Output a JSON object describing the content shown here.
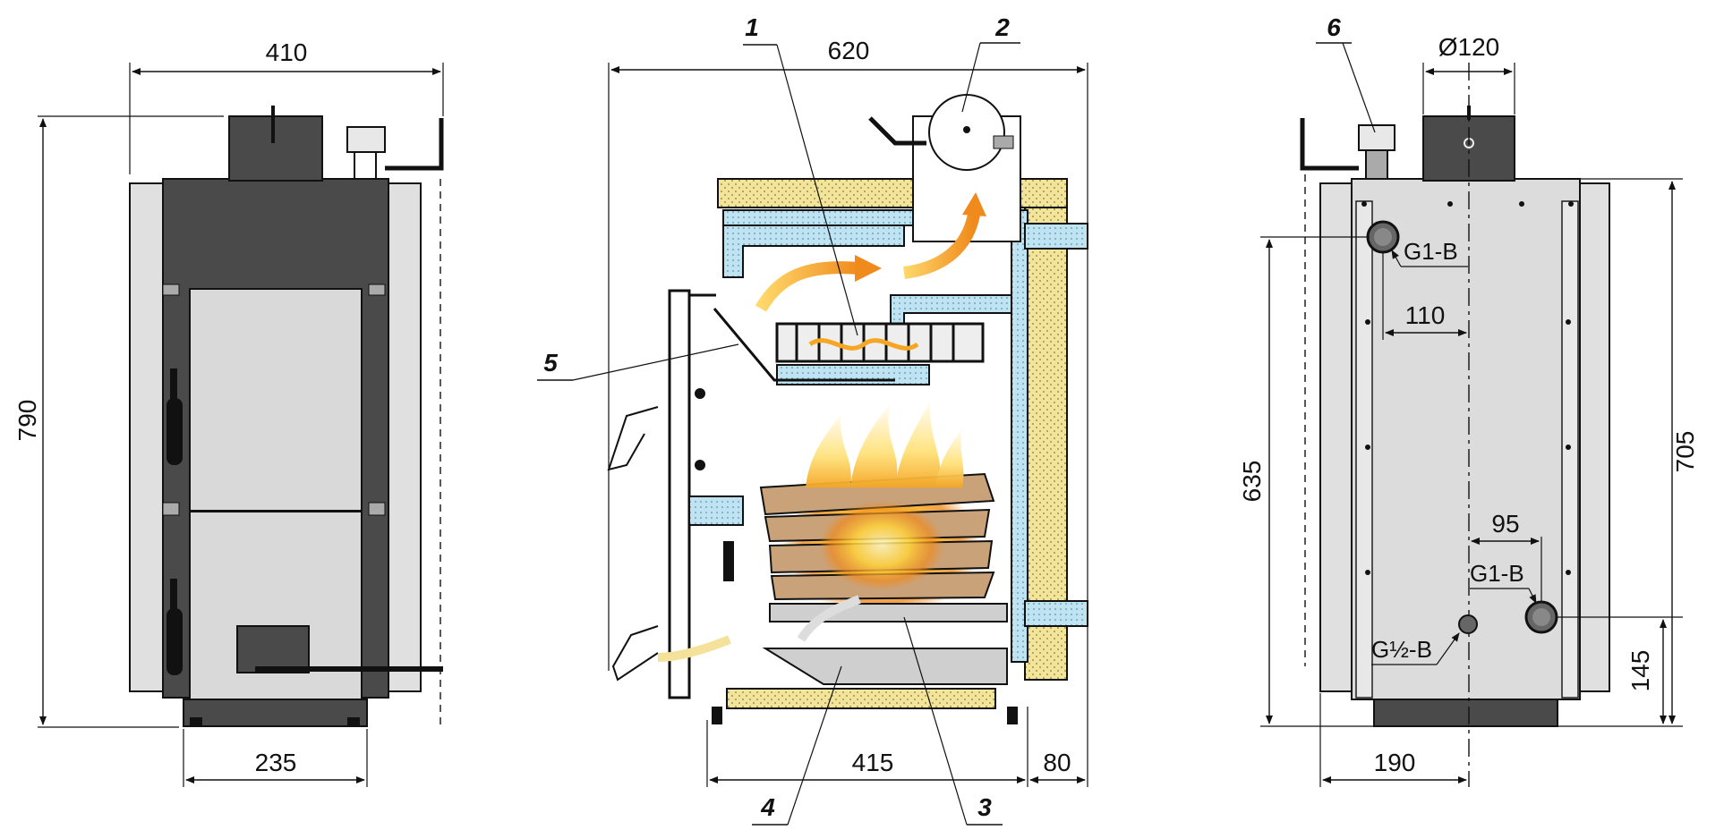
{
  "front_view": {
    "width": "410",
    "height": "790",
    "leg_span": "235"
  },
  "section_view": {
    "width": "620",
    "depth": "415",
    "offset": "80",
    "callouts": [
      "1",
      "2",
      "3",
      "4",
      "5"
    ]
  },
  "rear_view": {
    "flue_diameter": "Ø120",
    "upper_outlet_height": "635",
    "overall_height": "705",
    "upper_outlet_offset": "110",
    "lower_outlet_offset": "95",
    "lower_outlet_height": "145",
    "flue_offset": "190",
    "fitting_upper": "G1-B",
    "fitting_lower": "G1-B",
    "fitting_drain": "G½-B",
    "callout_6": "6"
  },
  "colors": {
    "frame": "#4a4a4a",
    "panel": "#d9d9d9",
    "insulation": "#f2e49a",
    "water": "#bfe3f0",
    "flame": "#f5a623",
    "wood": "#c9a27a"
  }
}
